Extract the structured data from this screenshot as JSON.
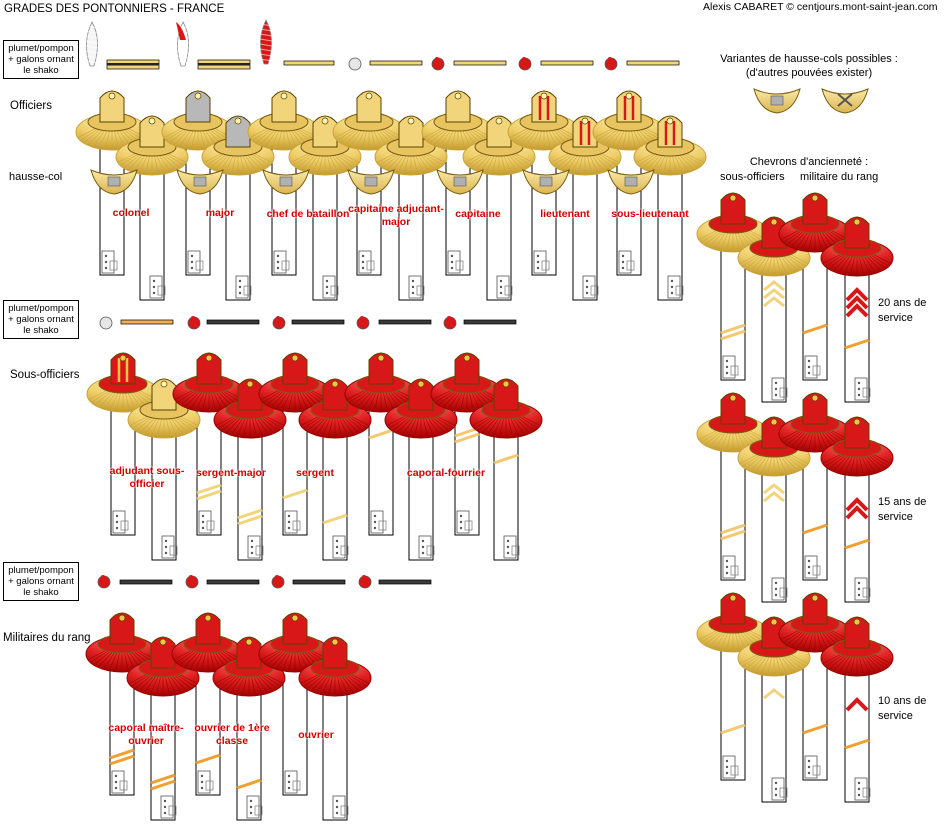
{
  "header": {
    "title": "GRADES DES PONTONNIERS - FRANCE",
    "credit": "Alexis CABARET © centjours.mont-saint-jean.com"
  },
  "shako_box_text": "plumet/pompon + galons ornant le shako",
  "sections": {
    "officers": "Officiers",
    "nco": "Sous-officiers",
    "rank": "Militaires du rang"
  },
  "hausse_col_label": "hausse-col",
  "officer_grades": [
    "colonel",
    "major",
    "chef de bataillon",
    "capitaine adjudant-major",
    "capitaine",
    "lieutenant",
    "sous-lieutenant"
  ],
  "nco_grades": [
    "adjudant sous-officier",
    "sergent-major",
    "sergent",
    "caporal-fourrier"
  ],
  "rank_grades": [
    "caporal maître-ouvrier",
    "ouvrier de 1ère classe",
    "ouvrier"
  ],
  "variants": {
    "title": "Variantes de hausse-cols possibles :",
    "subtitle": "(d'autres pouvées exister)"
  },
  "chevrons": {
    "title": "Chevrons d'ancienneté :",
    "col_nco": "sous-officiers",
    "col_rank": "militaire du rang",
    "years": [
      "20 ans de service",
      "15 ans de service",
      "10 ans de service"
    ]
  },
  "colors": {
    "gold": "#f2d47a",
    "gold_dark": "#c9a43a",
    "silver": "#b8b8b8",
    "red": "#d81818",
    "red_dark": "#9a0000",
    "grade_label": "#d40000",
    "dark_bar": "#3a3a3a"
  }
}
